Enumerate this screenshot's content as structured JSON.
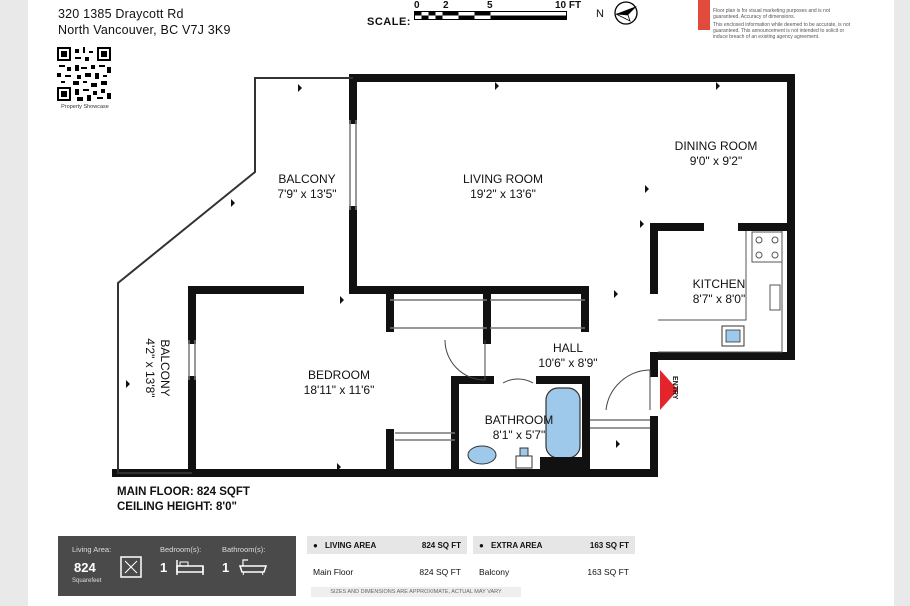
{
  "address": {
    "line1": "320 1385 Draycott Rd",
    "line2": "North Vancouver, BC V7J 3K9"
  },
  "qr_caption": "Property Showcase",
  "scale": {
    "label": "SCALE:",
    "ticks": [
      "0",
      "2",
      "5",
      "10 FT"
    ]
  },
  "north_label": "N",
  "disclaimer": "This enclosed information while deemed to be accurate, is not guaranteed. This announcement is not intended to solicit or induce breach of an existing agency agreement.",
  "disclaimer_top": "Floor plan is for visual marketing purposes and is not guaranteed. Accuracy of dimensions.",
  "rooms": {
    "balcony_top": {
      "name": "BALCONY",
      "dims": "7'9\" x 13'5\""
    },
    "living": {
      "name": "LIVING ROOM",
      "dims": "19'2\" x 13'6\""
    },
    "dining": {
      "name": "DINING ROOM",
      "dims": "9'0\" x 9'2\""
    },
    "kitchen": {
      "name": "KITCHEN",
      "dims": "8'7\" x 8'0\""
    },
    "bedroom": {
      "name": "BEDROOM",
      "dims": "18'11\" x 11'6\""
    },
    "hall": {
      "name": "HALL",
      "dims": "10'6\" x 8'9\""
    },
    "bathroom": {
      "name": "BATHROOM",
      "dims": "8'1\" x 5'7\""
    },
    "balcony_side": {
      "name": "BALCONY",
      "dims": "4'2\" x 13'8\""
    }
  },
  "entry_label": "ENTRY",
  "floor_info": {
    "line1": "MAIN FLOOR: 824 SQFT",
    "line2": "CEILING HEIGHT: 8'0\""
  },
  "stats": {
    "living_area_label": "Living Area:",
    "living_area_value": "824",
    "living_area_unit": "Squarefeet",
    "bedrooms_label": "Bedroom(s):",
    "bedrooms_value": "1",
    "bathrooms_label": "Bathroom(s):",
    "bathrooms_value": "1"
  },
  "living_table": {
    "header_label": "LIVING AREA",
    "header_value": "824 SQ FT",
    "row_label": "Main Floor",
    "row_value": "824 SQ FT"
  },
  "extra_table": {
    "header_label": "EXTRA AREA",
    "header_value": "163 SQ FT",
    "row_label": "Balcony",
    "row_value": "163 SQ FT"
  },
  "footnote": "SIZES AND DIMENSIONS ARE APPROXIMATE, ACTUAL MAY VARY",
  "colors": {
    "accent": "#e3242b",
    "stats_bg": "#4a4a4a",
    "wall": "#111111"
  }
}
